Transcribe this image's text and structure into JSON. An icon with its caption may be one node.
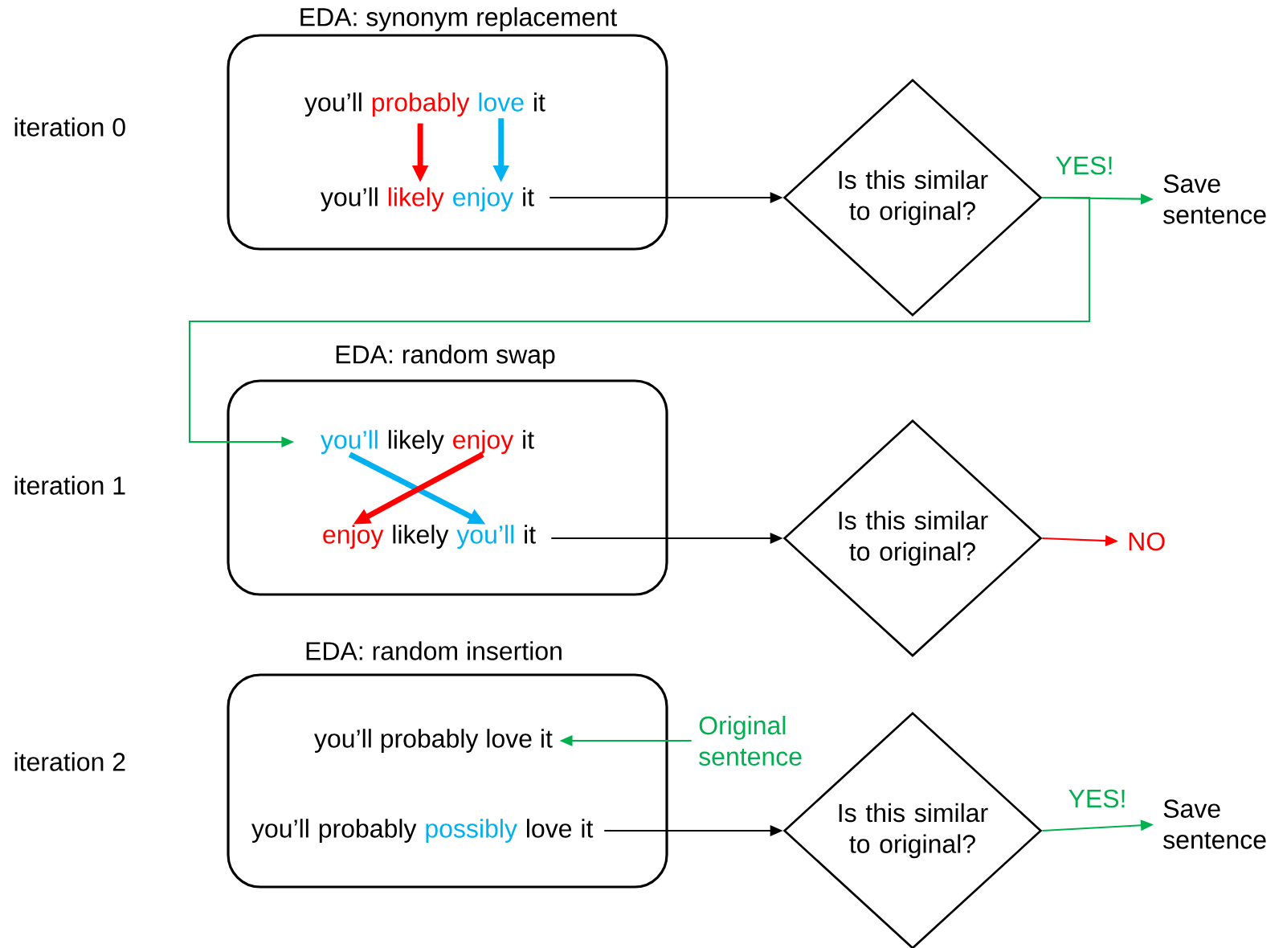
{
  "diagram": {
    "nodes": [
      {
        "text": [
          "EDA: synonym replacement"
        ]
      },
      {
        "text": [
          "you’ll"
        ],
        "in": 0
      },
      {
        "text": [
          "probably"
        ],
        "in": 0
      },
      {
        "text": [
          "love"
        ],
        "in": 0
      },
      {
        "text": [
          "it"
        ],
        "in": 0
      },
      {
        "text": [
          "you’ll"
        ],
        "in": 0
      },
      {
        "text": [
          "likely"
        ],
        "in": 0
      },
      {
        "text": [
          "enjoy"
        ],
        "in": 0
      },
      {
        "text": [
          "it"
        ],
        "in": 0
      },
      {
        "text": [
          "Is this similar to original?"
        ]
      },
      {
        "text": [
          "Save sentence"
        ]
      },
      {
        "text": [
          "EDA: random swap"
        ]
      },
      {
        "text": [
          "you’ll"
        ],
        "in": 11
      },
      {
        "text": [
          "likely"
        ],
        "in": 11
      },
      {
        "text": [
          "enjoy"
        ],
        "in": 11
      },
      {
        "text": [
          "it"
        ],
        "in": 11
      },
      {
        "text": [
          "enjoy"
        ],
        "in": 11
      },
      {
        "text": [
          "likely"
        ],
        "in": 11
      },
      {
        "text": [
          "you’ll"
        ],
        "in": 11
      },
      {
        "text": [
          "it"
        ],
        "in": 11
      },
      {
        "text": [
          "Is this similar to original?"
        ]
      },
      {
        "text": [
          "NO"
        ]
      },
      {
        "text": [
          "EDA: random insertion"
        ]
      },
      {
        "text": [
          "you’ll probably love it"
        ],
        "in": 22
      },
      {
        "text": [
          "you’ll"
        ],
        "in": 22
      },
      {
        "text": [
          "probably"
        ],
        "in": 22
      },
      {
        "text": [
          "possibly"
        ],
        "in": 22
      },
      {
        "text": [
          "love"
        ],
        "in": 22
      },
      {
        "text": [
          "it"
        ],
        "in": 22
      },
      {
        "text": [
          "Original sentence"
        ]
      },
      {
        "text": [
          "Is this similar to original?"
        ]
      },
      {
        "text": [
          "Save sentence"
        ]
      }
    ],
    "edges": [
      {
        "from": 2,
        "to": 6,
        "arrow": "to",
        "style": "thick",
        "color": "#ff0000"
      },
      {
        "from": 3,
        "to": 7,
        "arrow": "to",
        "style": "thick",
        "color": "#00b0f0"
      },
      {
        "from": 8,
        "to": 9,
        "arrow": "to",
        "color": "#000000"
      },
      {
        "from": 9,
        "to": 10,
        "arrow": "to",
        "label": "YES!",
        "color": "#00b050"
      },
      {
        "from": 9,
        "to": 12,
        "arrow": "to",
        "color": "#00b050"
      },
      {
        "from": 12,
        "to": 18,
        "arrow": "to",
        "style": "thick",
        "color": "#00b0f0"
      },
      {
        "from": 14,
        "to": 16,
        "arrow": "to",
        "style": "thick",
        "color": "#ff0000"
      },
      {
        "from": 19,
        "to": 20,
        "arrow": "to",
        "color": "#000000"
      },
      {
        "from": 20,
        "to": 21,
        "arrow": "to",
        "color": "#ff0000"
      },
      {
        "from": 29,
        "to": 23,
        "arrow": "to",
        "color": "#00b050"
      },
      {
        "from": 28,
        "to": 30,
        "arrow": "to",
        "color": "#000000"
      },
      {
        "from": 30,
        "to": 31,
        "arrow": "to",
        "label": "YES!",
        "color": "#00b050"
      }
    ],
    "labels": [
      "iteration 0",
      "iteration 1",
      "iteration 2"
    ]
  }
}
